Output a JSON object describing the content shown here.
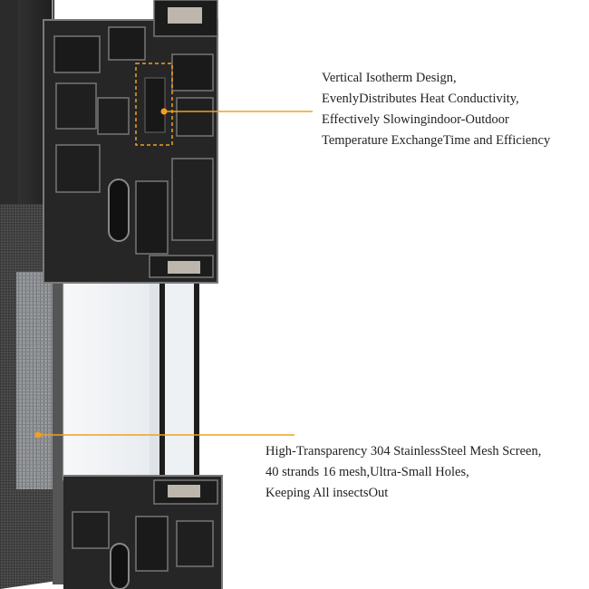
{
  "colors": {
    "accent": "#f0a020",
    "frame_dark": "#262626",
    "frame_edge": "#6e6e6e",
    "glass": "#eef1f4",
    "mesh": "#3c3c3c",
    "text": "#222222"
  },
  "callouts": [
    {
      "lines": [
        "Vertical Isotherm Design,",
        "EvenlyDistributes Heat Conductivity,",
        "Effectively Slowingindoor-Outdoor",
        "Temperature ExchangeTime and Efficiency"
      ]
    },
    {
      "lines": [
        "High-Transparency 304 StainlessSteel Mesh Screen,",
        "40 strands 16 mesh,Ultra-Small Holes,",
        "Keeping All insectsOut"
      ]
    }
  ]
}
